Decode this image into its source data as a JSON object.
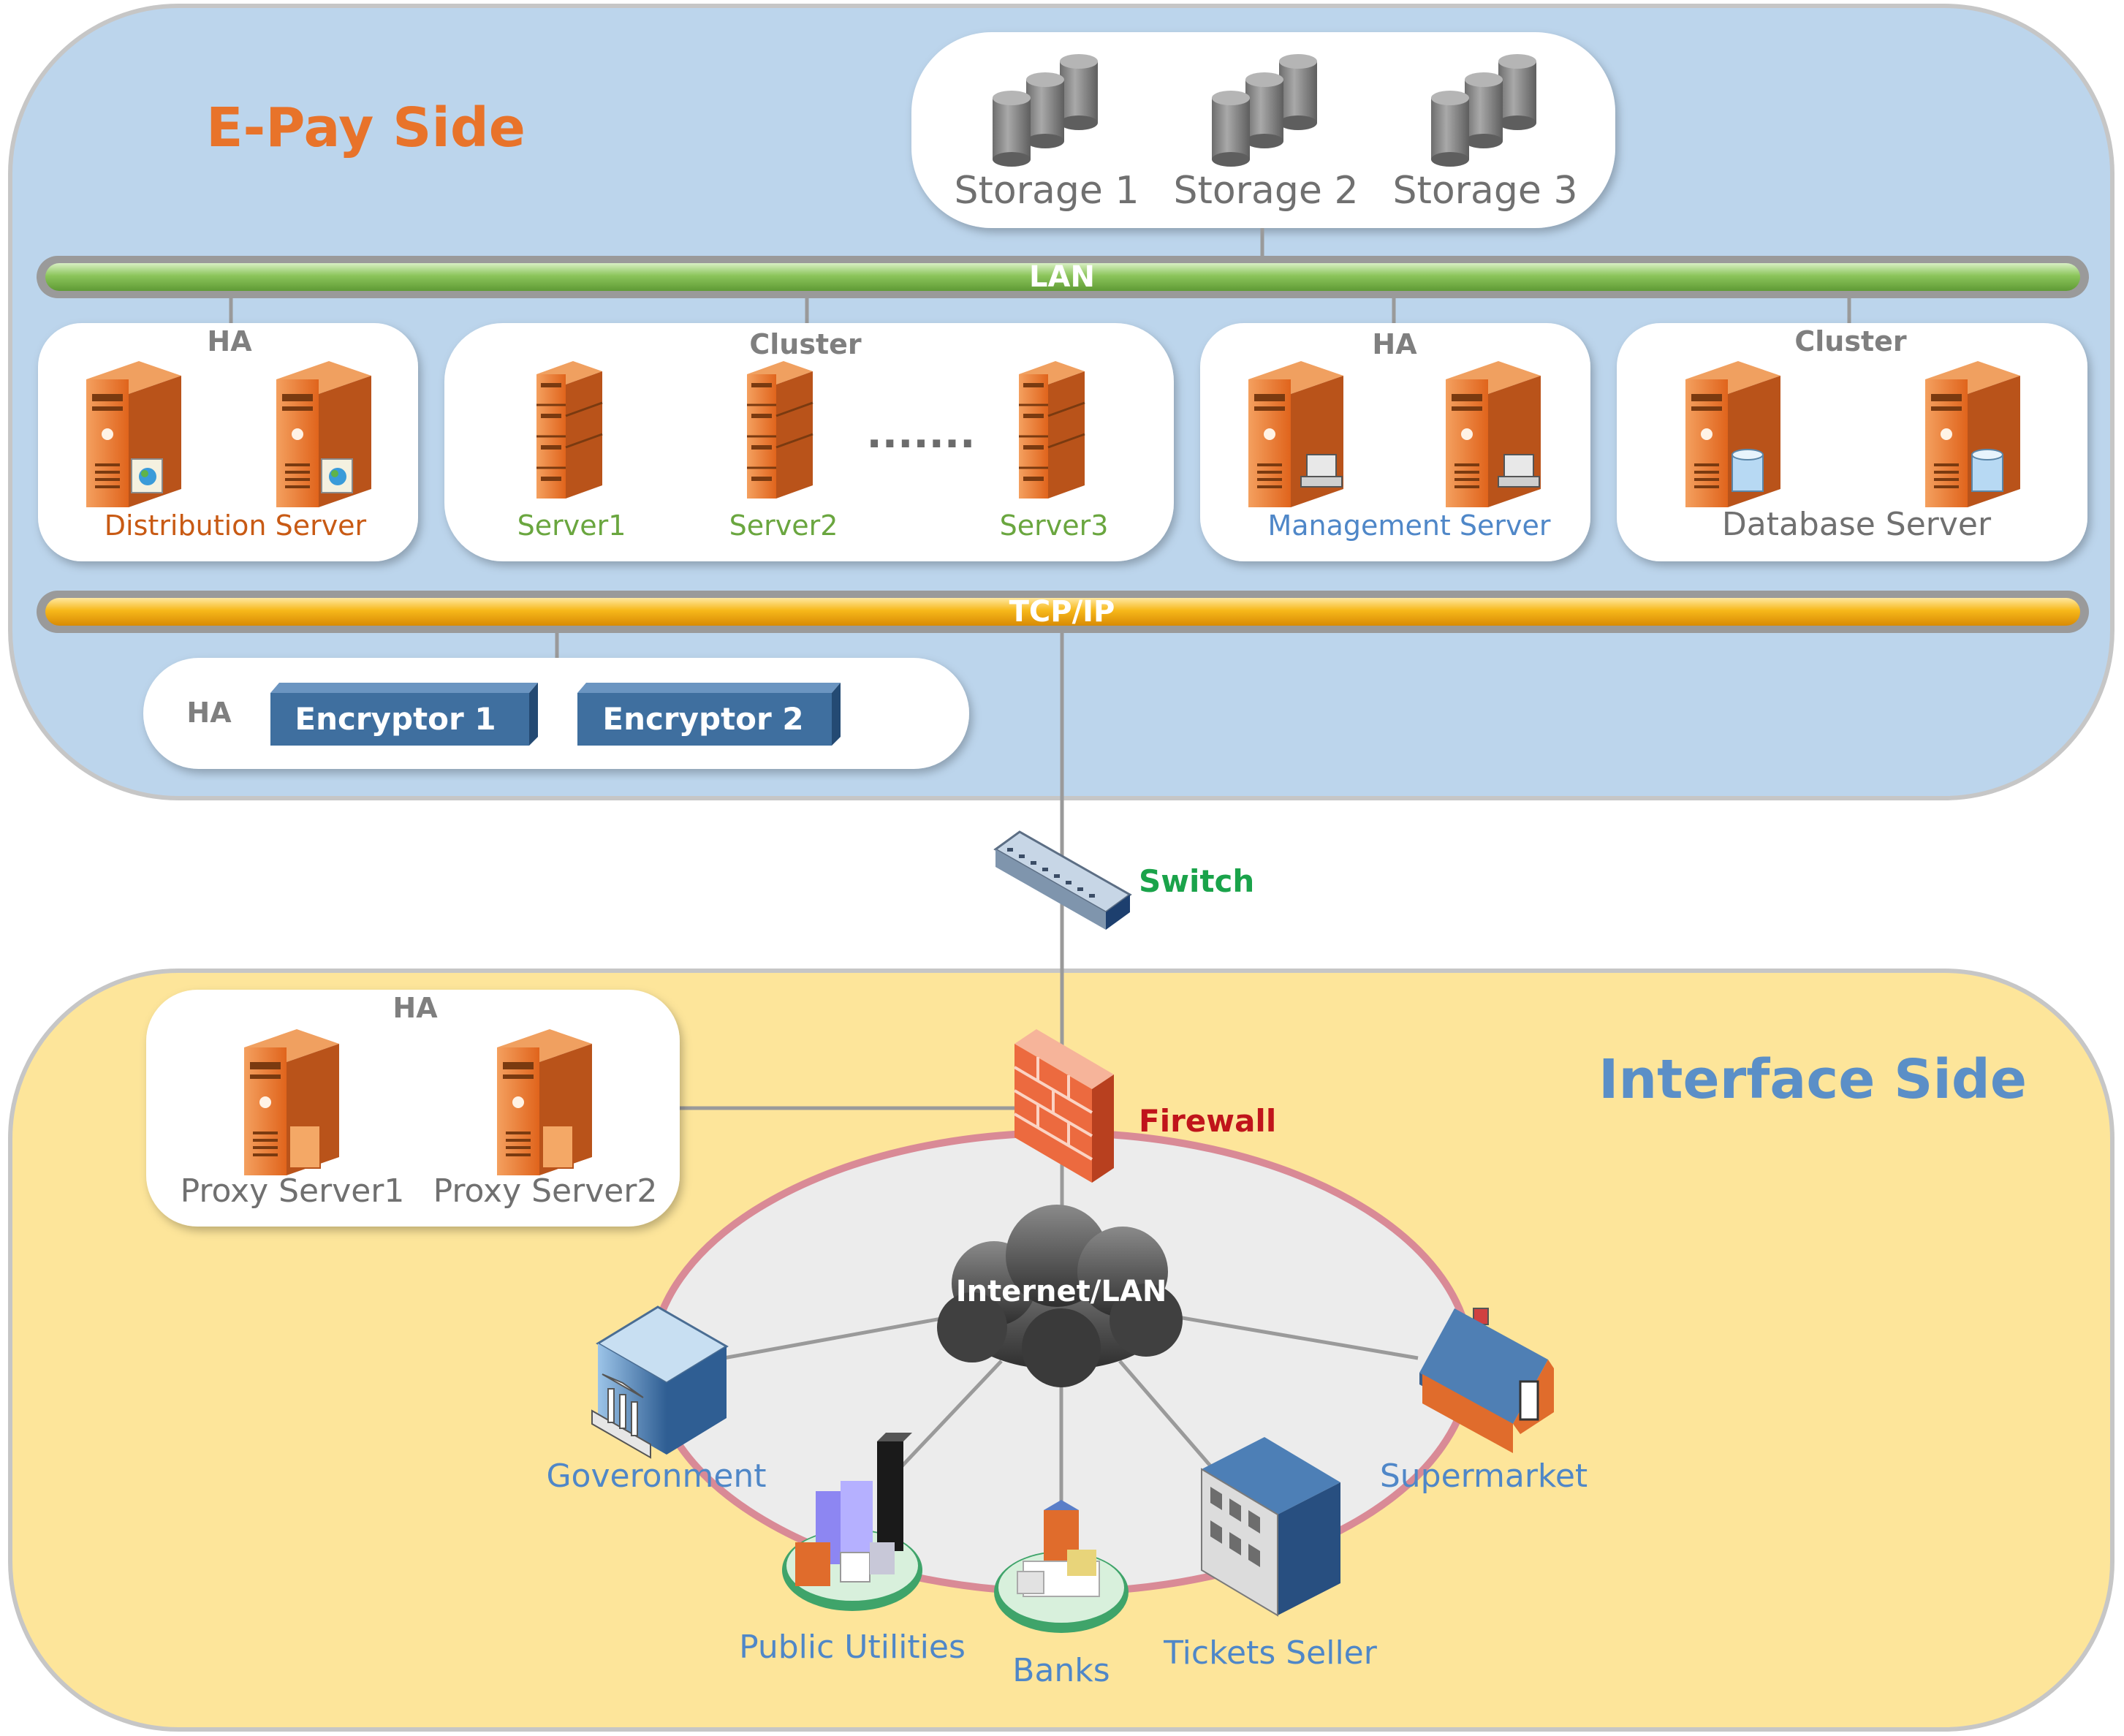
{
  "epay": {
    "title": "E-Pay Side",
    "storage": [
      "Storage 1",
      "Storage 2",
      "Storage 3"
    ],
    "lan_label": "LAN",
    "tcp_label": "TCP/IP",
    "groups": {
      "distribution": {
        "type": "HA",
        "label": "Distribution Server"
      },
      "servers": {
        "type": "Cluster",
        "items": [
          "Server1",
          "Server2",
          "Server3"
        ],
        "ellipsis": "......."
      },
      "management": {
        "type": "HA",
        "label": "Management Server"
      },
      "database": {
        "type": "Cluster",
        "label": "Database Server"
      }
    },
    "encryptors": {
      "type": "HA",
      "items": [
        "Encryptor 1",
        "Encryptor 2"
      ]
    }
  },
  "switch_label": "Switch",
  "interface": {
    "title": "Interface Side",
    "proxy": {
      "type": "HA",
      "items": [
        "Proxy Server1",
        "Proxy Server2"
      ]
    },
    "firewall_label": "Firewall",
    "network_label": "Internet/LAN",
    "entities": [
      "Goveronment",
      "Public Utilities",
      "Banks",
      "Tickets Seller",
      "Supermarket"
    ]
  },
  "colors": {
    "epay_bg": "#bcd5ec",
    "interface_bg": "#fde59a",
    "lan_bar": "#8cc55b",
    "tcp_bar": "#f7b81a",
    "server_orange": "#e27025",
    "encryptor": "#3f6f9f",
    "ring_fill": "#ececec",
    "ring_stroke": "#d98a96"
  }
}
